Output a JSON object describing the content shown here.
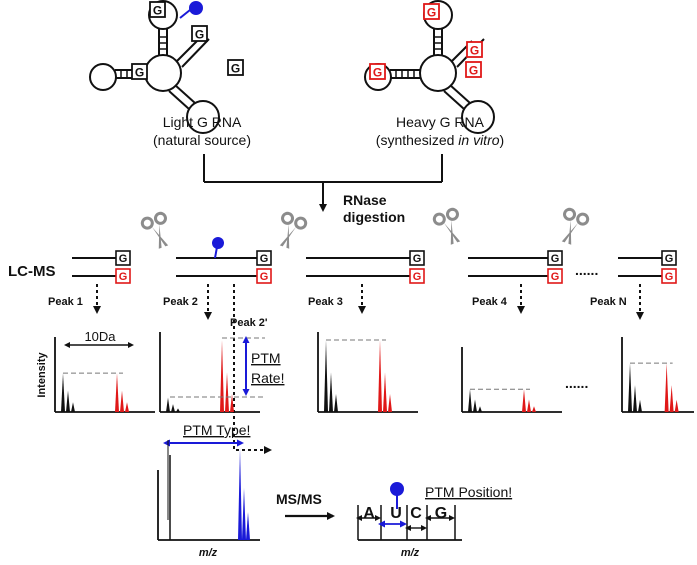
{
  "top": {
    "light_title": "Light G RNA",
    "light_sub": "(natural source)",
    "heavy_title": "Heavy G RNA",
    "heavy_sub_prefix": "(synthesized ",
    "heavy_sub_italic": "in vitro",
    "heavy_sub_suffix": ")",
    "g_label": "G"
  },
  "digestion": {
    "line1": "RNase",
    "line2": "digestion"
  },
  "lcms": {
    "label": "LC-MS",
    "peaks": [
      "Peak 1",
      "Peak 2",
      "Peak 3",
      "Peak 4",
      "Peak N"
    ],
    "peak2_prime": "Peak 2'",
    "ellipsis": "......"
  },
  "spectra": {
    "y_axis": "Intensity",
    "spacing": "10Da",
    "ptm_rate_1": "PTM",
    "ptm_rate_2": "Rate!",
    "ellipsis": "......"
  },
  "msms": {
    "ptm_type": "PTM Type!",
    "arrow_label": "MS/MS",
    "xlabel": "m/z",
    "ptm_position": "PTM Position!",
    "bases": [
      "A",
      "U",
      "C",
      "G"
    ],
    "xlabel2": "m/z"
  },
  "colors": {
    "light": "#111111",
    "heavy": "#e01818",
    "modified": "#1a1ad8",
    "scissors": "#8c8c8c"
  }
}
